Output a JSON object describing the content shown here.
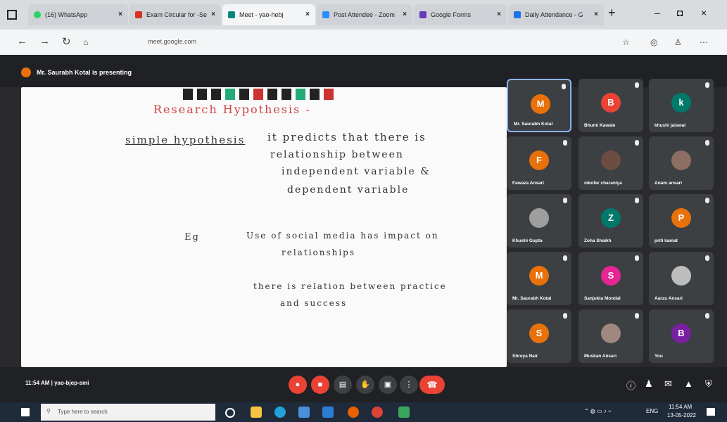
{
  "browser": {
    "tabs": [
      {
        "label": "(16) WhatsApp",
        "color": "#25d366"
      },
      {
        "label": "Exam Circular for -Se",
        "color": "#d93025"
      },
      {
        "label": "Meet - yao-hebj",
        "color": "#00897b"
      },
      {
        "label": "Post Attendee - Zoom",
        "color": "#2d8cff"
      },
      {
        "label": "Google Forms",
        "color": "#673ab7"
      },
      {
        "label": "Daily Attendance - G",
        "color": "#1a73e8"
      }
    ],
    "url": "meet.google.com",
    "new_tab": "+",
    "minimize": "–",
    "maximize": "◘",
    "close": "×"
  },
  "meet": {
    "presenting_text": "Mr. Saurabh Kotal is presenting",
    "presenter_initial": "M",
    "slide": {
      "title": "Research Hypothesis -",
      "term": "simple hypothesis",
      "line1": "it  predicts  that  there  is",
      "line2": "relationship  between",
      "line3": "independent  variable  &",
      "line4": "dependent  variable",
      "eg": "Eg",
      "ex1a": "Use of social media has impact on",
      "ex1b": "relationships",
      "ex2a": "there is relation between practice",
      "ex2b": "and  success"
    },
    "participants": [
      {
        "initial": "M",
        "name": "Mr. Saurabh Kotal",
        "color": "#e8710a"
      },
      {
        "initial": "B",
        "name": "Bhumi Kawale",
        "color": "#ea4335"
      },
      {
        "initial": "k",
        "name": "khushi jaiswal",
        "color": "#00796b"
      },
      {
        "initial": "F",
        "name": "Fawaza Ansari",
        "color": "#e8710a"
      },
      {
        "initial": "",
        "name": "nikofar charaniya",
        "color": "#6d4c41"
      },
      {
        "initial": "",
        "name": "Anam ansari",
        "color": "#8d6e63"
      },
      {
        "initial": "",
        "name": "Khushi Gupta",
        "color": "#9e9e9e"
      },
      {
        "initial": "Z",
        "name": "Zoha Shaikh",
        "color": "#00796b"
      },
      {
        "initial": "P",
        "name": "priti kamat",
        "color": "#e8710a"
      },
      {
        "initial": "M",
        "name": "Mr. Saurabh Kotal",
        "color": "#e8710a"
      },
      {
        "initial": "S",
        "name": "Sanjukta Mondal",
        "color": "#e52592"
      },
      {
        "initial": "",
        "name": "Aarzu Ansari",
        "color": "#bdbdbd"
      },
      {
        "initial": "S",
        "name": "Shreya Nair",
        "color": "#e8710a"
      },
      {
        "initial": "",
        "name": "Muskan Ansari",
        "color": "#a1887f"
      },
      {
        "initial": "B",
        "name": "You",
        "color": "#7b1fa2"
      }
    ],
    "time": "11:54 AM",
    "meeting_code": "yao-bjep-smi"
  },
  "taskbar": {
    "search_placeholder": "Type here to search",
    "lang": "ENG",
    "time": "11:54 AM",
    "date": "13-05-2022"
  }
}
